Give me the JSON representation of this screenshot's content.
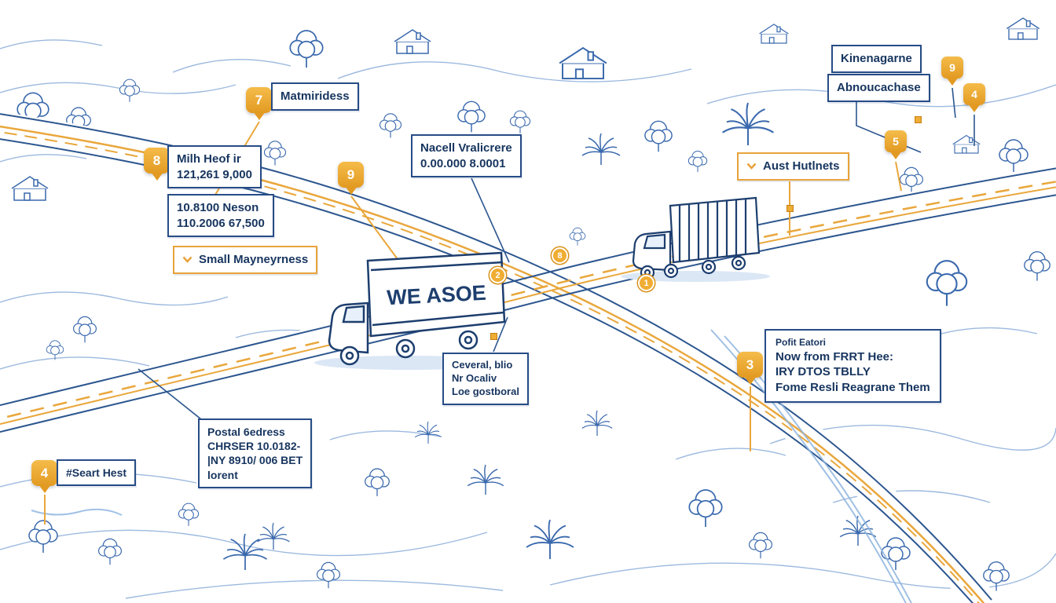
{
  "colors": {
    "ink_navy": "#1d3e6e",
    "sketch_blue": "#3a69ad",
    "light_blue": "#7ba2d4",
    "marker_amber": "#e9a73c",
    "marker_amber_dark": "#d8921c",
    "box_text": "#17355f"
  },
  "pins": [
    {
      "number": "7"
    },
    {
      "number": "8"
    },
    {
      "number": "9"
    },
    {
      "number": "9"
    },
    {
      "number": "4"
    },
    {
      "number": "5"
    },
    {
      "number": "3"
    },
    {
      "number": "4"
    }
  ],
  "road_badges": [
    {
      "number": "8"
    },
    {
      "number": "1"
    },
    {
      "number": "2"
    }
  ],
  "boxes": {
    "matmiridess": {
      "lines": [
        "Matmiridess"
      ]
    },
    "milh": {
      "lines": [
        "Milh Heof ir",
        "121,261 9,000"
      ]
    },
    "neson": {
      "lines": [
        "10.8100 Neson",
        "110.2006 67,500"
      ]
    },
    "small_mayneyrness": {
      "label": "Small Mayneyrness"
    },
    "nacell": {
      "lines": [
        "Nacell Vralicrere",
        "0.00.000 8.0001"
      ]
    },
    "aust": {
      "label": "Aust Hutlnets"
    },
    "kinenagarne": {
      "label": "Kinenagarne"
    },
    "abnoucachase": {
      "label": "Abnoucachase"
    },
    "ceveral": {
      "lines": [
        "Ceveral, blio",
        "Nr Ocaliv",
        "Loe gostboral"
      ]
    },
    "pofit": {
      "lines": [
        "Pofit Eatori",
        "Now from FRRT Hee:",
        "IRY DTOS TBLLY",
        "Fome Resli Reagrane Them"
      ]
    },
    "seart": {
      "label": "#Seart Hest"
    },
    "postal": {
      "lines": [
        "Postal 6edress",
        "CHRSER 10.0182-",
        "|NY 8910/ 006 BET",
        "lorent"
      ]
    }
  },
  "truck": {
    "livery": "WE ASOE"
  }
}
